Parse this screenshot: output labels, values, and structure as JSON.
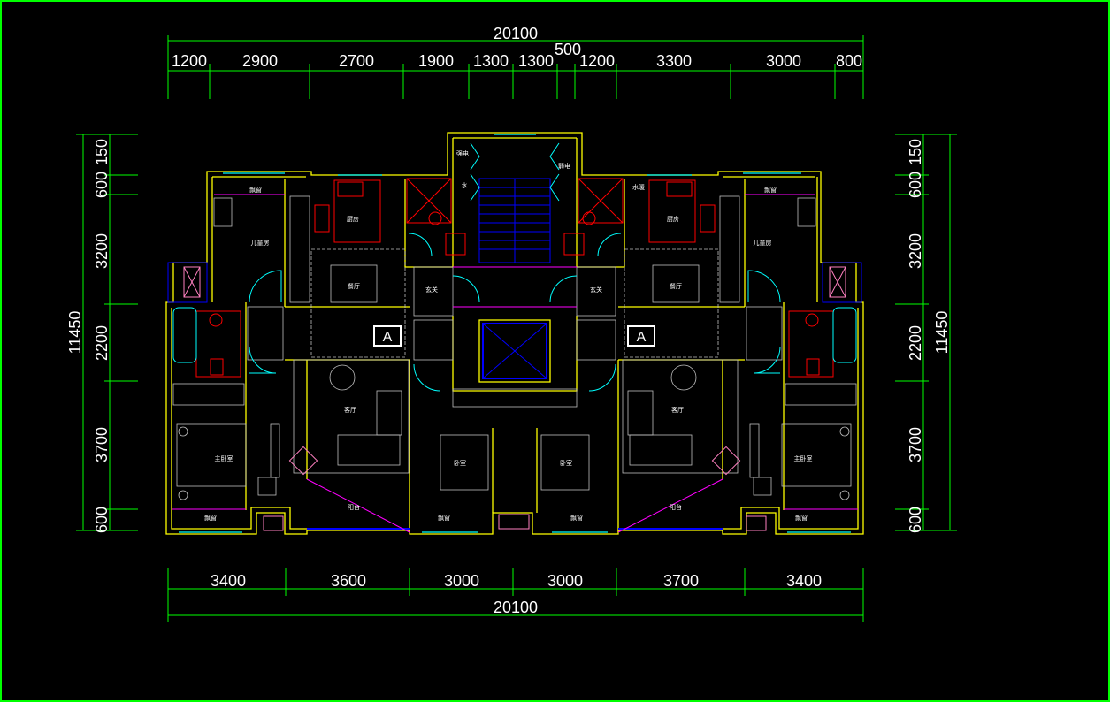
{
  "drawing": {
    "top_total": "20100",
    "top_extra": "500",
    "top_segments": [
      "1200",
      "2900",
      "2700",
      "1900",
      "1300",
      "1300",
      "1200",
      "3300",
      "3000",
      "800"
    ],
    "bottom_segments": [
      "3400",
      "3600",
      "3000",
      "3000",
      "3700",
      "3400"
    ],
    "bottom_total": "20100",
    "left_total": "11450",
    "left_segments": [
      "600",
      "3700",
      "2200",
      "3200",
      "600",
      "150"
    ],
    "right_total": "11450",
    "right_segments": [
      "600",
      "3700",
      "2200",
      "3200",
      "600",
      "150"
    ],
    "section_tag_left": "A",
    "section_tag_right": "A",
    "rooms": {
      "kitchen": "厨房",
      "dining": "餐厅",
      "living": "客厅",
      "master_bedroom": "主卧室",
      "child_bedroom": "儿童房",
      "bedroom": "卧室",
      "foyer": "玄关",
      "balcony": "阳台",
      "bay_window": "飘窗",
      "electric": "强电",
      "weak_electric": "弱电",
      "water": "水",
      "water_heater": "水暖"
    }
  },
  "colors": {
    "border": "#00ff00",
    "dimension": "#00ff00",
    "wall": "#ffff00",
    "window": "#00ffff",
    "fixture": "#ff0000",
    "stair": "#0000ff",
    "line": "#c0c0c0",
    "balcony_line": "#ff00ff"
  }
}
